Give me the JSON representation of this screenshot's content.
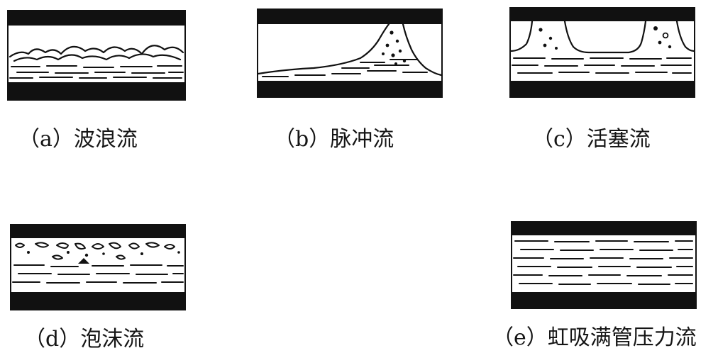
{
  "figure": {
    "panels": [
      {
        "id": "a",
        "caption": "（a）波浪流"
      },
      {
        "id": "b",
        "caption": "（b）脉冲流"
      },
      {
        "id": "c",
        "caption": "（c）活塞流"
      },
      {
        "id": "d",
        "caption": "（d）泡沫流"
      },
      {
        "id": "e",
        "caption": "（e）虹吸满管压力流"
      }
    ],
    "colors": {
      "ink": "#111111",
      "paper": "#ffffff"
    }
  }
}
